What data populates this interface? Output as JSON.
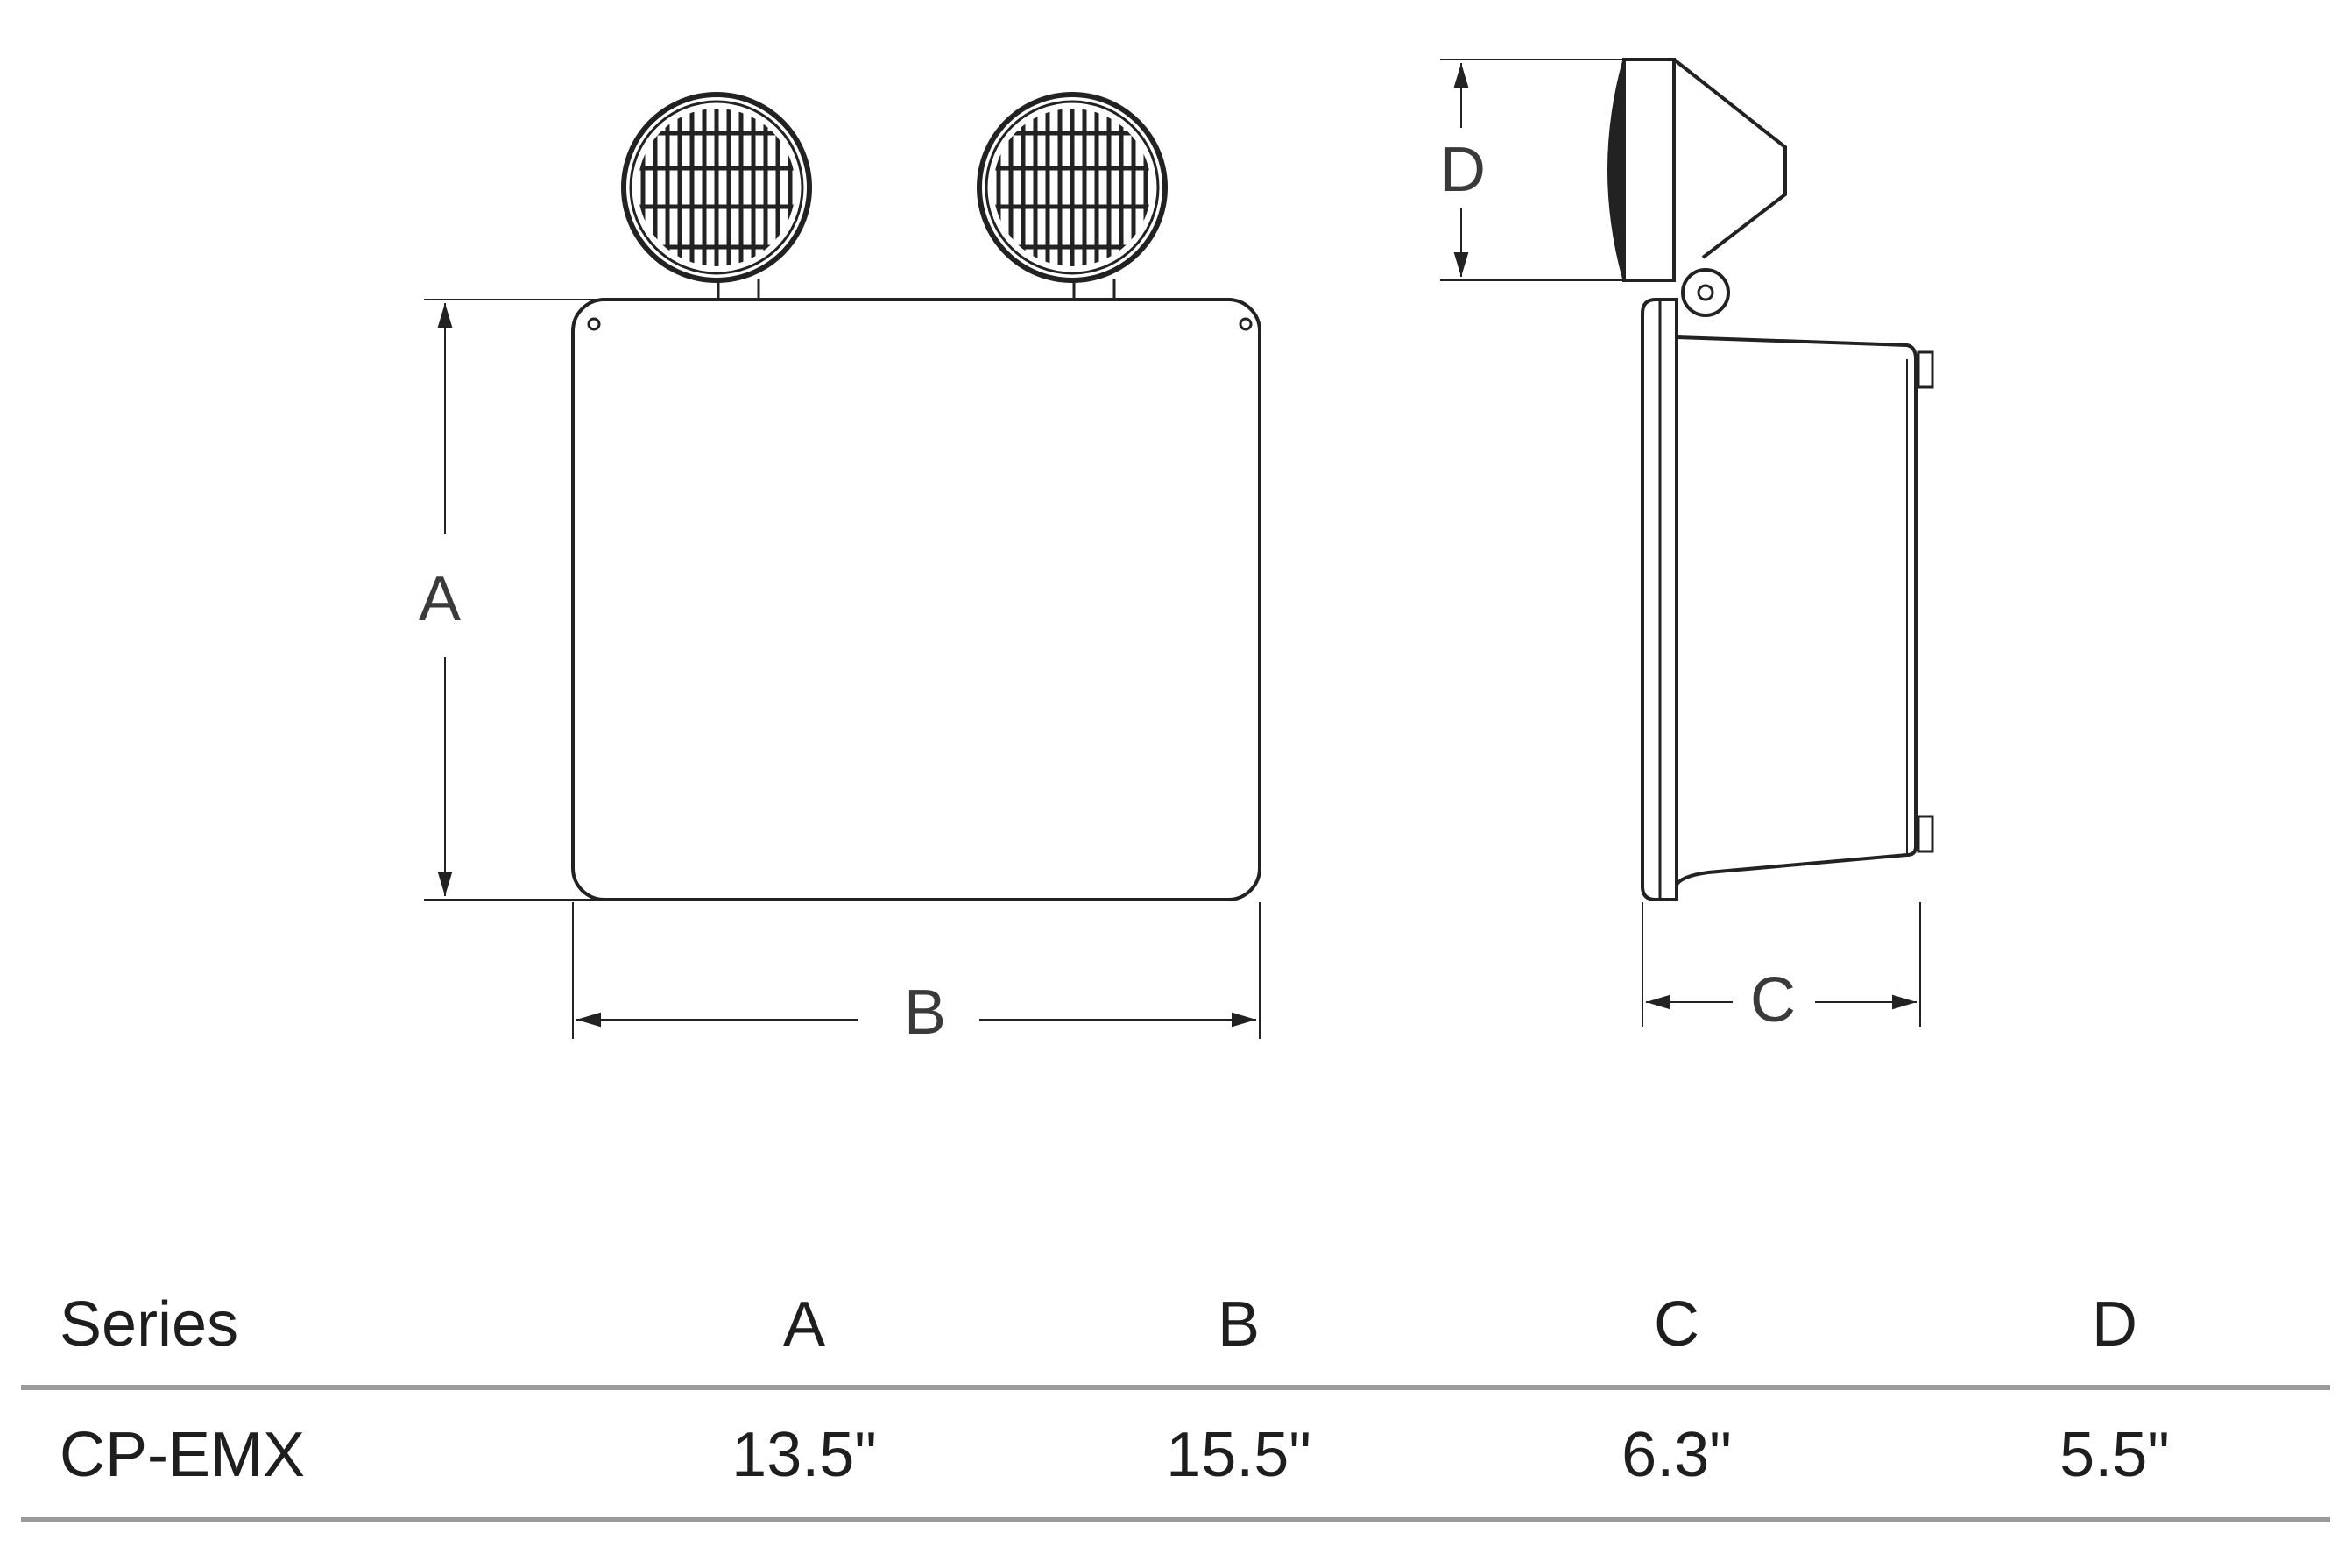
{
  "diagram": {
    "front_view": {
      "height_label": "A",
      "width_label": "B",
      "lamp_count": 2
    },
    "side_view": {
      "depth_label": "C",
      "lamp_height_label": "D"
    }
  },
  "table": {
    "headers": [
      "Series",
      "A",
      "B",
      "C",
      "D"
    ],
    "rows": [
      [
        "CP-EMX",
        "13.5\"",
        "15.5\"",
        "6.3\"",
        "5.5\""
      ]
    ]
  },
  "colors": {
    "line": "#222222",
    "rule": "#9a9a9a",
    "text": "#1e1e1e"
  }
}
